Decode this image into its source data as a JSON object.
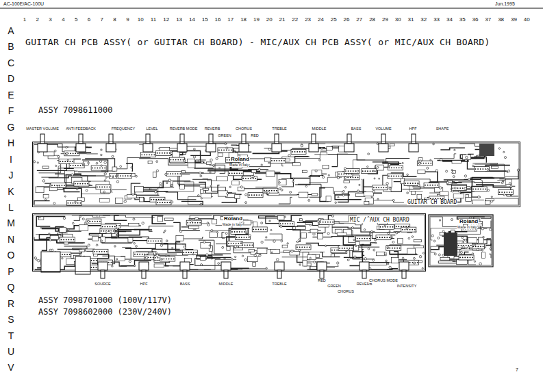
{
  "diagram": {
    "title": "GUITAR CH PCB ASSY( or GUITAR CH BOARD) - MIC/AUX CH PCB ASSY( or MIC/AUX CH BOARD)",
    "nodes": [
      {
        "text": [
          "GUITAR CH BOARD"
        ]
      },
      {
        "text": [
          "MIC / AUX CH BOARD"
        ]
      }
    ],
    "labels": [
      "AC-100E/AC-100U",
      "Jun.1995",
      "1",
      "2",
      "3",
      "4",
      "5",
      "6",
      "7",
      "8",
      "9",
      "10",
      "11",
      "12",
      "13",
      "14",
      "15",
      "16",
      "17",
      "18",
      "19",
      "20",
      "21",
      "22",
      "23",
      "24",
      "25",
      "26",
      "27",
      "28",
      "29",
      "30",
      "31",
      "32",
      "33",
      "34",
      "35",
      "36",
      "37",
      "38",
      "39",
      "40",
      "A",
      "B",
      "C",
      "D",
      "E",
      "F",
      "G",
      "H",
      "I",
      "J",
      "K",
      "L",
      "M",
      "N",
      "O",
      "P",
      "Q",
      "R",
      "S",
      "T",
      "U",
      "V",
      "ASSY 7098611000",
      "ASSY 7098701000 (100V/117V)",
      "ASSY 7098602000 (230V/240V)",
      "7",
      "MASTER VOLUME",
      "ANTI FEEDBACK",
      "FREQUENCY",
      "LEVEL",
      "REVERB MODE",
      "REVERB",
      "GREEN",
      "CHORUS",
      "RED",
      "TREBLE",
      "MIDDLE",
      "BASS",
      "VOLUME",
      "HPF",
      "SHAPE",
      "SOURCE",
      "HPF",
      "BASS",
      "MIDDLE",
      "TREBLE",
      "RED",
      "GREEN",
      "CHORUS",
      "REVERB",
      "CHORUS MODE",
      "INTENSITY",
      "Roland",
      "Made in Italy",
      "Roland",
      "Made in Italy",
      "Roland",
      "Made in Italy"
    ]
  }
}
